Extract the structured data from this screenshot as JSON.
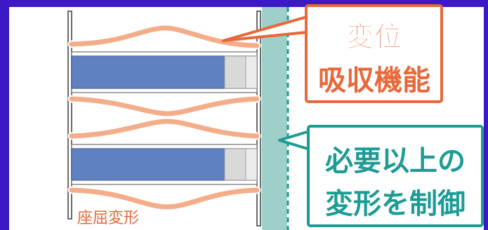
{
  "labels": {
    "displacement_line1": "変位",
    "displacement_line2": "吸収機能",
    "restriction_line1": "必要以上の",
    "restriction_line2": "変形を制御",
    "buckling": "座屈変形"
  },
  "colors": {
    "frame_purple": "#3d18c5",
    "orange_accent": "#e8683a",
    "orange_plate": "#f3ad88",
    "blue_block": "#5f81bf",
    "gray_block": "#d9d9d9",
    "teal_accent": "#1d9b95",
    "teal_band": "#9fcfc9",
    "post_gray": "#6b6b6b"
  }
}
